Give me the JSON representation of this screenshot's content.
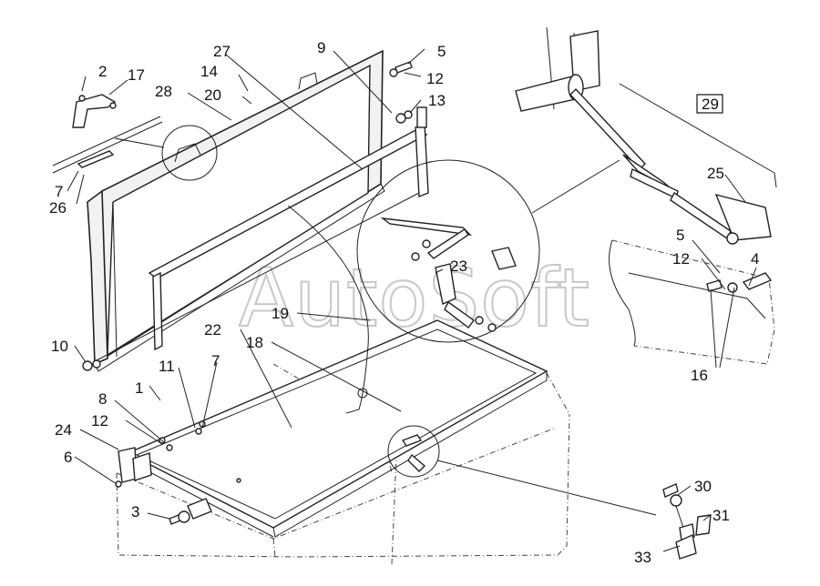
{
  "diagram": {
    "watermark": "AutoSoft",
    "boxed_callout": "29",
    "callouts": {
      "c1": "1",
      "c2": "2",
      "c3": "3",
      "c4": "4",
      "c5a": "5",
      "c5b": "5",
      "c6": "6",
      "c7a": "7",
      "c7b": "7",
      "c8": "8",
      "c9": "9",
      "c10": "10",
      "c11": "11",
      "c12a": "12",
      "c12b": "12",
      "c12c": "12",
      "c13": "13",
      "c14": "14",
      "c16": "16",
      "c17": "17",
      "c18": "18",
      "c19": "19",
      "c20": "20",
      "c22": "22",
      "c23": "23",
      "c24": "24",
      "c25": "25",
      "c26": "26",
      "c27": "27",
      "c28": "28",
      "c30": "30",
      "c31": "31",
      "c33": "33"
    }
  }
}
